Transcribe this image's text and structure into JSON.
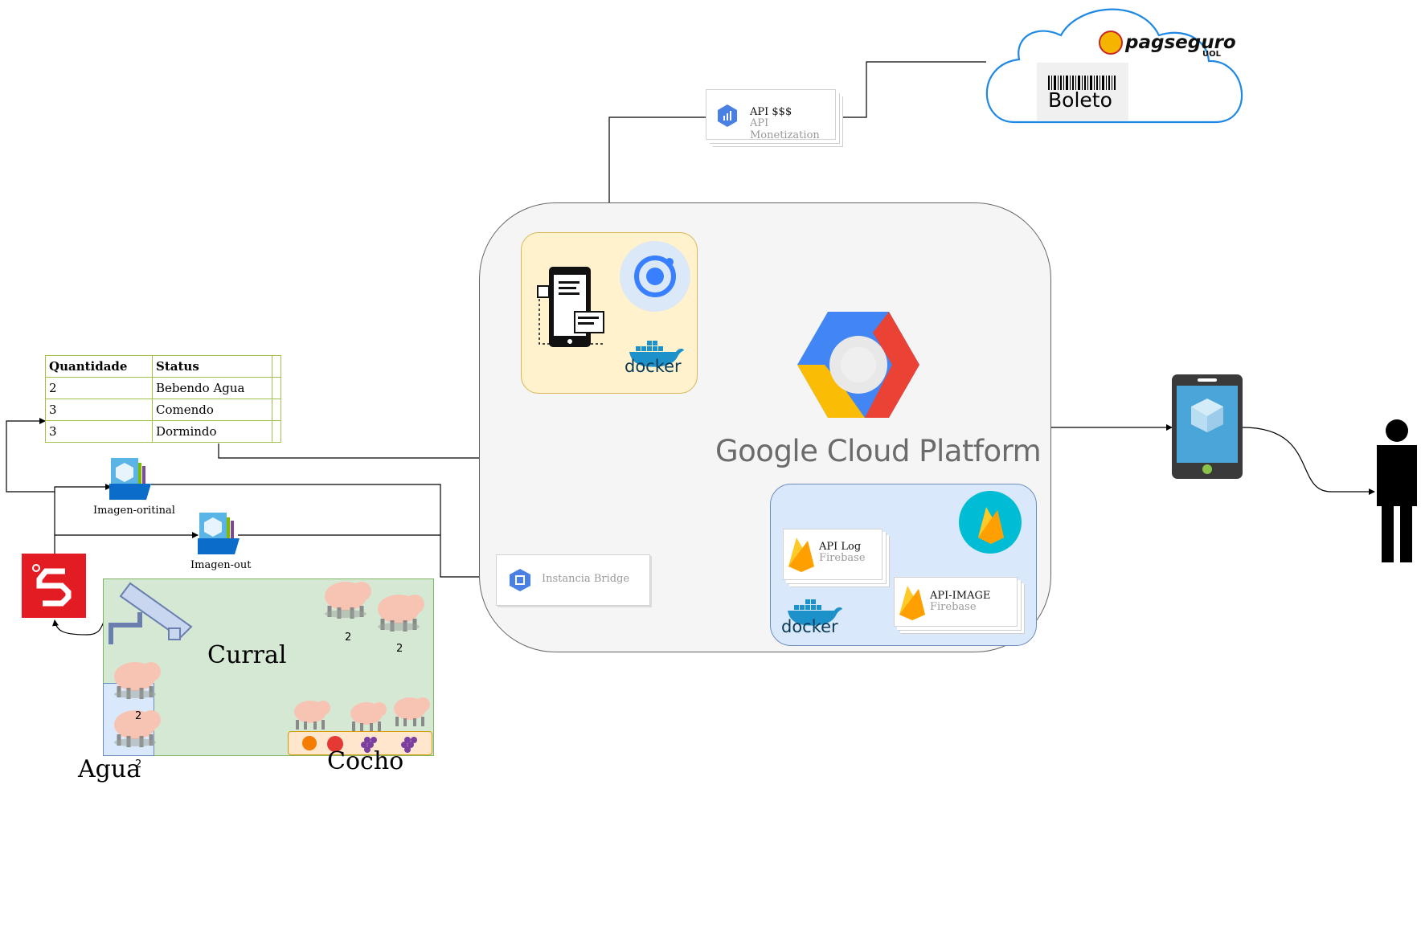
{
  "cloud_provider": {
    "logo_text": "Google Cloud Platform"
  },
  "api_monetization": {
    "title": "API $$$",
    "subtitle": "API Monetization"
  },
  "payment": {
    "brand": "pagseguro",
    "brand_sub": "UOL",
    "boleto_label": "Boleto"
  },
  "bridge": {
    "label": "Instancia Bridge"
  },
  "firebase_services": [
    {
      "title": "API Log",
      "subtitle": "Firebase"
    },
    {
      "title": "API-IMAGE",
      "subtitle": "Firebase"
    }
  ],
  "docker_label": "docker",
  "status_table": {
    "headers": [
      "Quantidade",
      "Status"
    ],
    "rows": [
      [
        "2",
        "Bebendo Agua"
      ],
      [
        "3",
        "Comendo"
      ],
      [
        "3",
        "Dormindo"
      ]
    ]
  },
  "images": {
    "original": "Imagen-oritinal",
    "processed": "Imagen-out"
  },
  "pen": {
    "curral_label": "Curral",
    "agua_label": "Agua",
    "cocho_label": "Cocho",
    "counts": [
      "2",
      "2",
      "2",
      "2"
    ]
  },
  "colors": {
    "gcp_bg": "#f5f5f5",
    "ionic_bg": "#fff2cc",
    "firebase_bg": "#dae8fc",
    "curral_bg": "#d5e8d4",
    "table_border": "#a0c14b",
    "cloud_stroke": "#1e88e5",
    "streamsets_red": "#e31b23"
  }
}
